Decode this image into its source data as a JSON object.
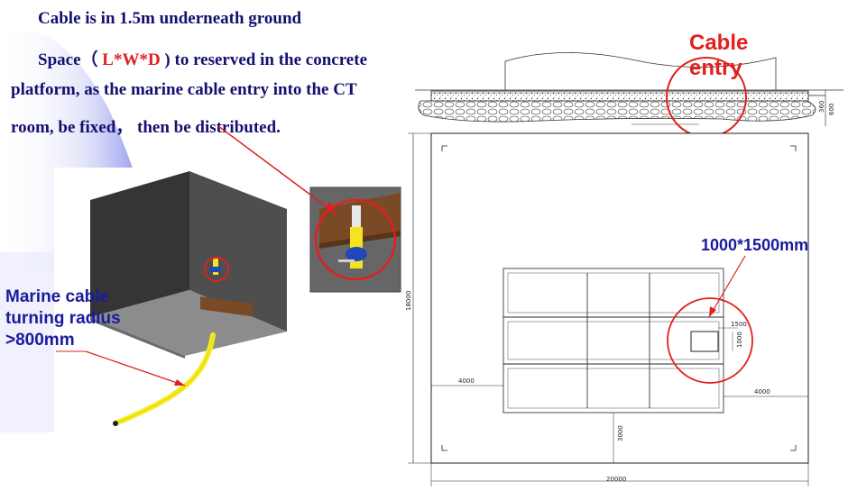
{
  "text": {
    "line1": "Cable is in 1.5m underneath ground",
    "line2_prefix": "Space（ ",
    "line2_highlight": "L*W*D",
    "line2_suffix": " ) to reserved in the concrete",
    "line3": "platform, as the marine cable entry into the CT",
    "line4": "room,  be fixed， then be distributed."
  },
  "callouts": {
    "cable_entry_line1": "Cable",
    "cable_entry_line2": "entry",
    "opening_size": "1000*1500mm",
    "turning_radius_line1": "Marine cable",
    "turning_radius_line2": "turning radius",
    "turning_radius_line3": ">800mm"
  },
  "dimensions": {
    "section_360": "360",
    "section_600": "600",
    "plan_height": "18000",
    "plan_width": "20000",
    "left_offset": "4000",
    "right_offset": "4000",
    "bottom_offset": "3000",
    "opening_w": "1500",
    "opening_h": "1000"
  },
  "colors": {
    "title_text": "#14106e",
    "accent_red": "#e31e1e",
    "callout_blue": "#1a1a9e",
    "cable_yellow": "#f5ec1e",
    "box_dark": "#4b4b4b"
  }
}
